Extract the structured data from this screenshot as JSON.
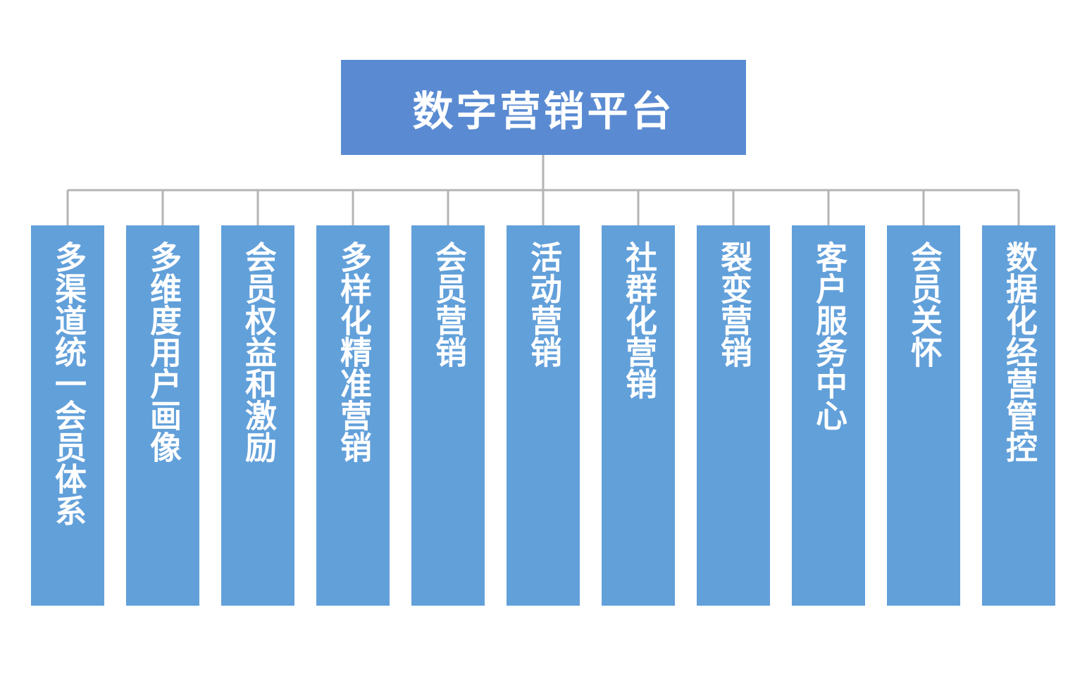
{
  "root": {
    "label": "数字营销平台"
  },
  "colors": {
    "root_fill": "#5a8bd2",
    "child_fill": "#62a0da",
    "connector": "#b4b4b4",
    "text": "#ffffff"
  },
  "children": [
    {
      "label": "多渠道统一会员体系"
    },
    {
      "label": "多维度用户画像"
    },
    {
      "label": "会员权益和激励"
    },
    {
      "label": "多样化精准营销"
    },
    {
      "label": "会员营销"
    },
    {
      "label": "活动营销"
    },
    {
      "label": "社群化营销"
    },
    {
      "label": "裂变营销"
    },
    {
      "label": "客户服务中心"
    },
    {
      "label": "会员关怀"
    },
    {
      "label": "数据化经营管控"
    }
  ]
}
